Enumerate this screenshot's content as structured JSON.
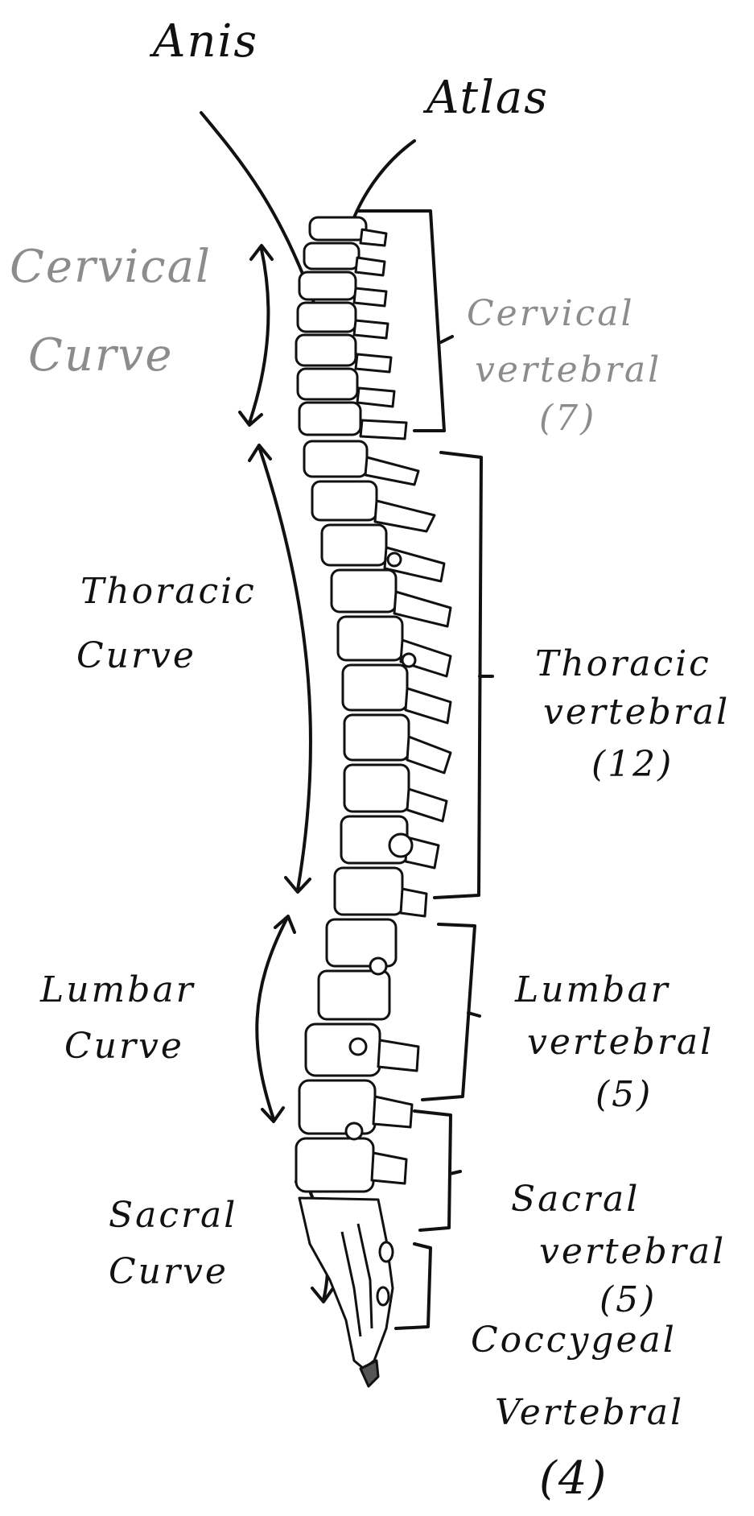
{
  "labels": {
    "axis": "Anis",
    "atlas": "Atlas",
    "cervical_curve": [
      "Cervical",
      "Curve"
    ],
    "thoracic_curve": [
      "Thoracic",
      "Curve"
    ],
    "lumbar_curve": [
      "Lumbar",
      "Curve"
    ],
    "sacral_curve": [
      "Sacral",
      "Curve"
    ],
    "cervical_vertebrae": [
      "Cervical",
      "vertebral",
      "(7)"
    ],
    "thoracic_vertebrae": [
      "Thoracic",
      "vertebral",
      "(12)"
    ],
    "lumbar_vertebrae": [
      "Lumbar",
      "vertebral",
      "(5)"
    ],
    "sacral_vertebrae": [
      "Sacral",
      "vertebral",
      "(5)"
    ],
    "coccygeal_vertebrae": [
      "Coccygeal",
      "Vertebral",
      "(4)"
    ]
  },
  "colors": {
    "ink": "#111111",
    "faded_ink": "#8c8c8c",
    "background": "#ffffff"
  }
}
